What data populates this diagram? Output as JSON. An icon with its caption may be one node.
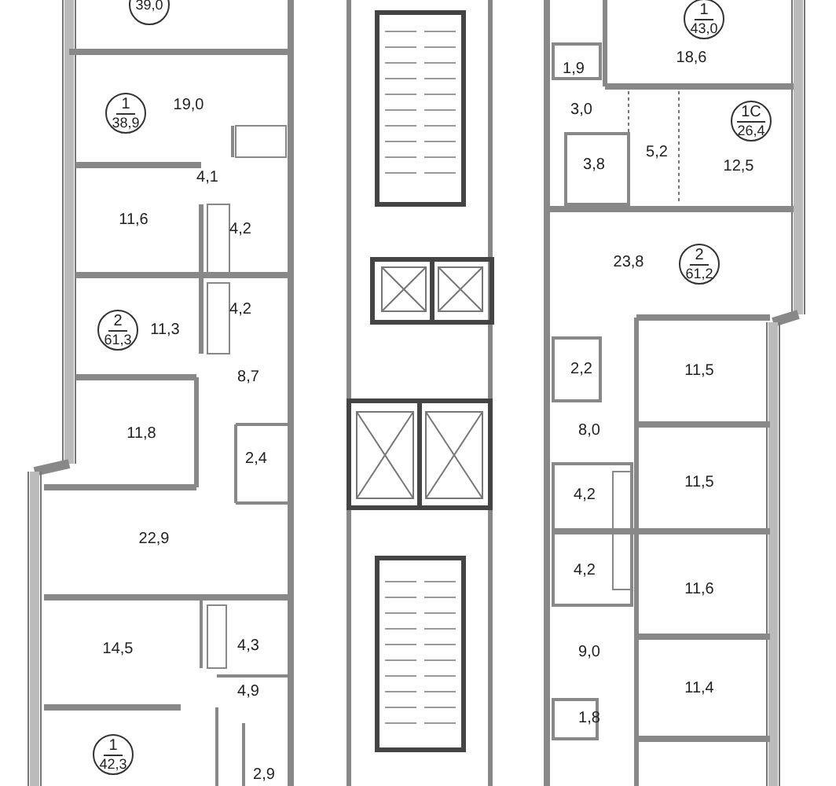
{
  "diagram": {
    "nodes": [
      {
        "text": [
          "39,0"
        ]
      },
      {
        "text": [
          "1",
          "38,9"
        ]
      },
      {
        "text": [
          "2",
          "61,3"
        ]
      },
      {
        "text": [
          "1",
          "42,3"
        ]
      },
      {
        "text": [
          "1",
          "43,0"
        ]
      },
      {
        "text": [
          "1С",
          "26,4"
        ]
      },
      {
        "text": [
          "2",
          "61,2"
        ]
      }
    ],
    "labels": [
      "19,0",
      "4,1",
      "11,6",
      "4,2",
      "4,2",
      "11,3",
      "8,7",
      "11,8",
      "2,4",
      "22,9",
      "14,5",
      "4,3",
      "4,9",
      "2,9",
      "18,6",
      "1,9",
      "3,0",
      "5,2",
      "12,5",
      "3,8",
      "23,8",
      "2,2",
      "11,5",
      "8,0",
      "11,5",
      "4,2",
      "4,2",
      "11,6",
      "9,0",
      "11,4",
      "1,8"
    ]
  }
}
